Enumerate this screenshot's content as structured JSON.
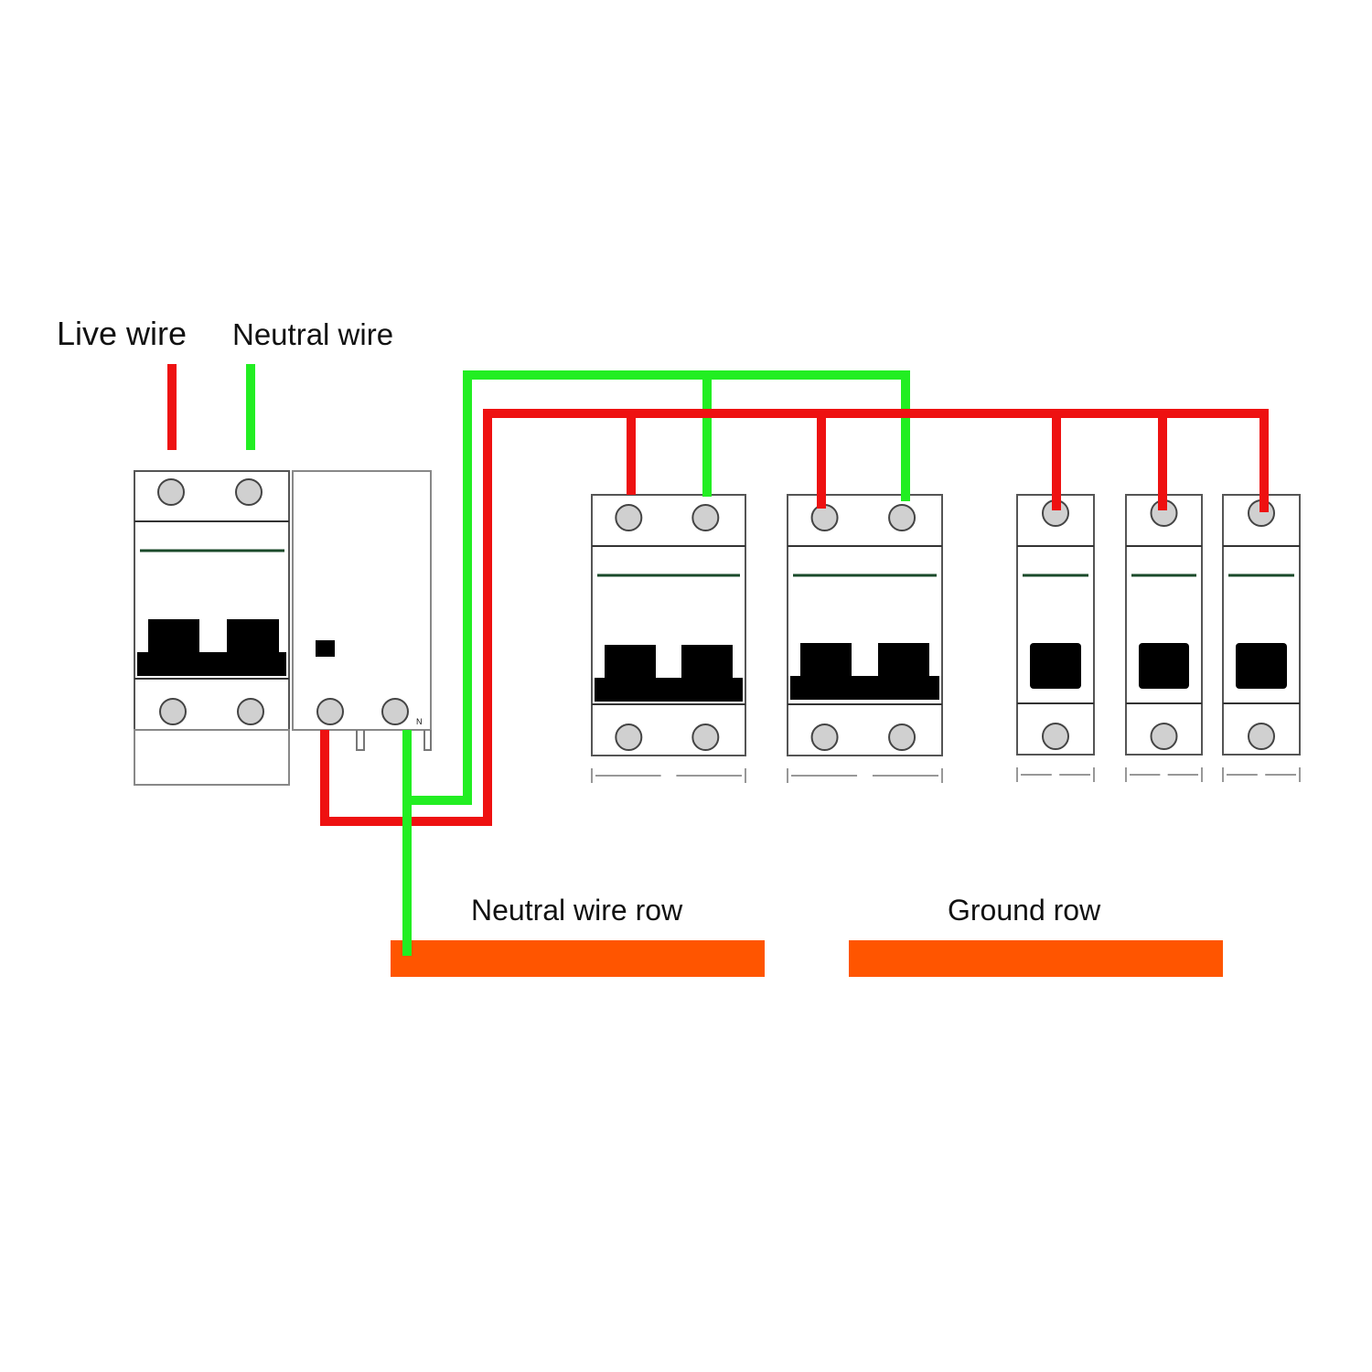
{
  "labels": {
    "live_wire": "Live wire",
    "neutral_wire": "Neutral wire",
    "neutral_row": "Neutral wire row",
    "ground_row": "Ground row",
    "rcd_neutral_mark": "N"
  },
  "colors": {
    "live": "#ee1111",
    "neutral": "#22ee22",
    "busbar": "#ff5500",
    "terminal": "#d0d0d0",
    "toggle": "#000000"
  },
  "components": {
    "main_breaker_poles": 2,
    "branch_breakers": [
      {
        "poles": 2
      },
      {
        "poles": 2
      },
      {
        "poles": 1
      },
      {
        "poles": 1
      },
      {
        "poles": 1
      }
    ]
  }
}
